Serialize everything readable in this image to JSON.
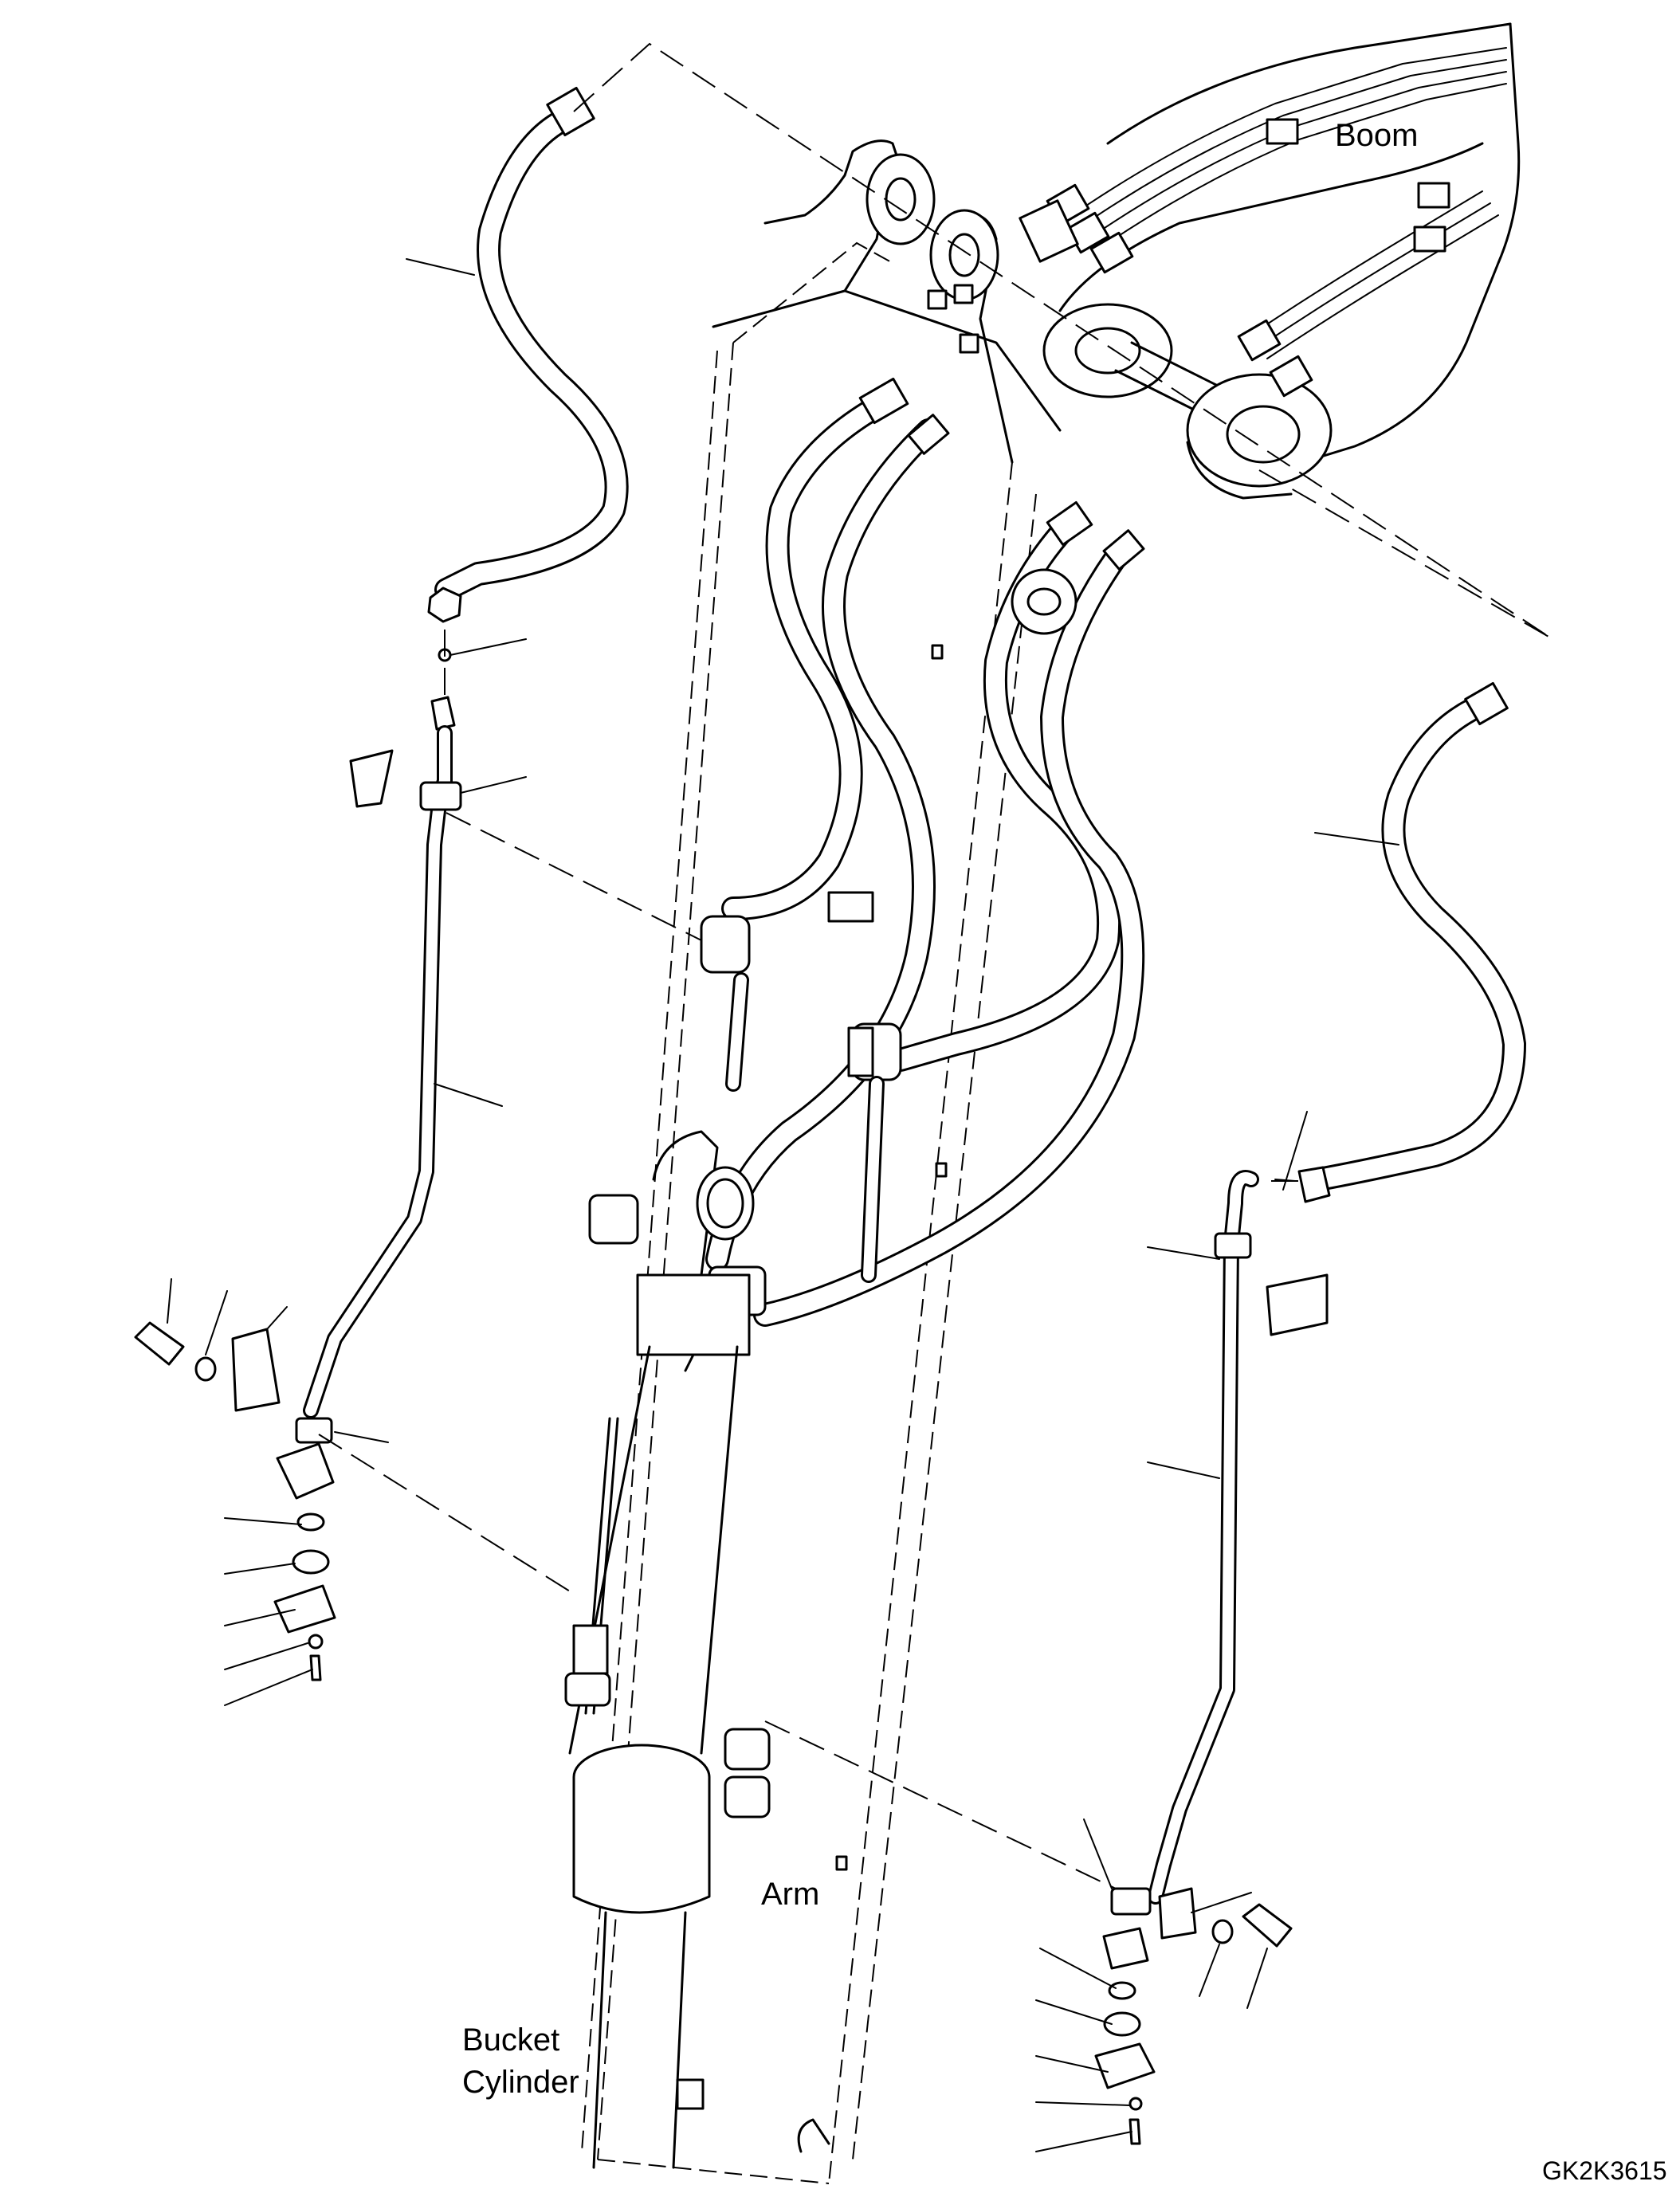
{
  "labels": {
    "boom": "Boom",
    "arm": "Arm",
    "bucket_cylinder_line1": "Bucket",
    "bucket_cylinder_line2": "Cylinder",
    "drawing_code": "GK2K3615"
  },
  "icons": [
    "hose-icon",
    "tube-icon",
    "clamp-icon",
    "bracket-icon",
    "bolt-icon",
    "washer-icon",
    "o-ring-icon",
    "flange-half-icon"
  ]
}
